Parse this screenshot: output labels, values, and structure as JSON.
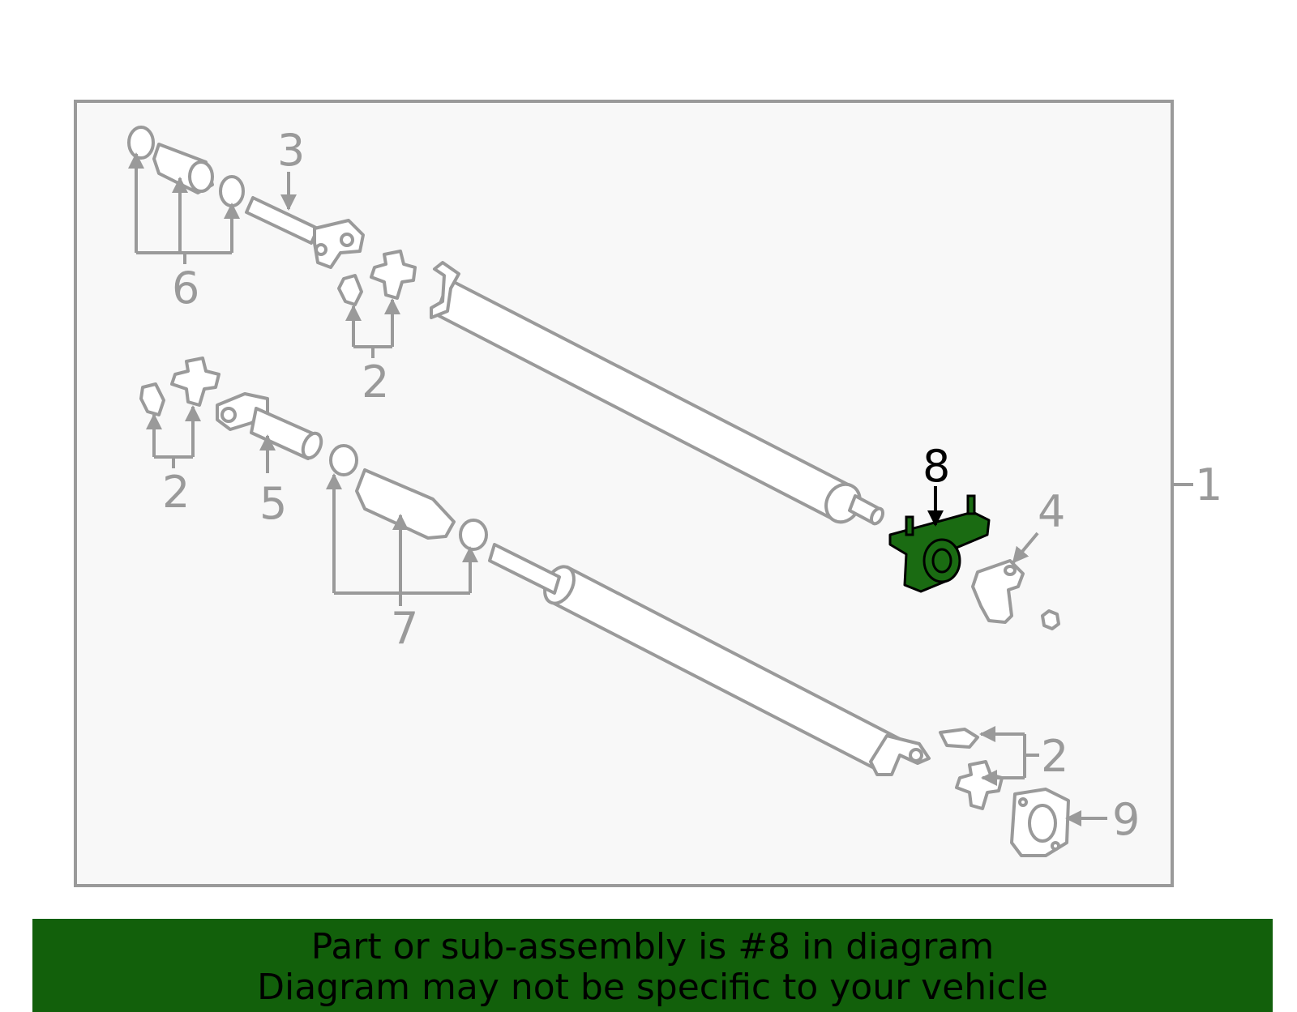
{
  "callouts": {
    "c1": "1",
    "c2a": "2",
    "c2b": "2",
    "c2c": "2",
    "c3": "3",
    "c4": "4",
    "c5": "5",
    "c6": "6",
    "c7": "7",
    "c8": "8",
    "c9": "9"
  },
  "highlight_part": "8",
  "colors": {
    "line": "#9a9a9a",
    "panel": "#f8f8f8",
    "highlight_fill": "#1a6b12",
    "banner": "#12600b"
  },
  "banner": {
    "line1": "Part or sub-assembly is #8 in diagram",
    "line2": "Diagram may not be specific to your vehicle"
  }
}
